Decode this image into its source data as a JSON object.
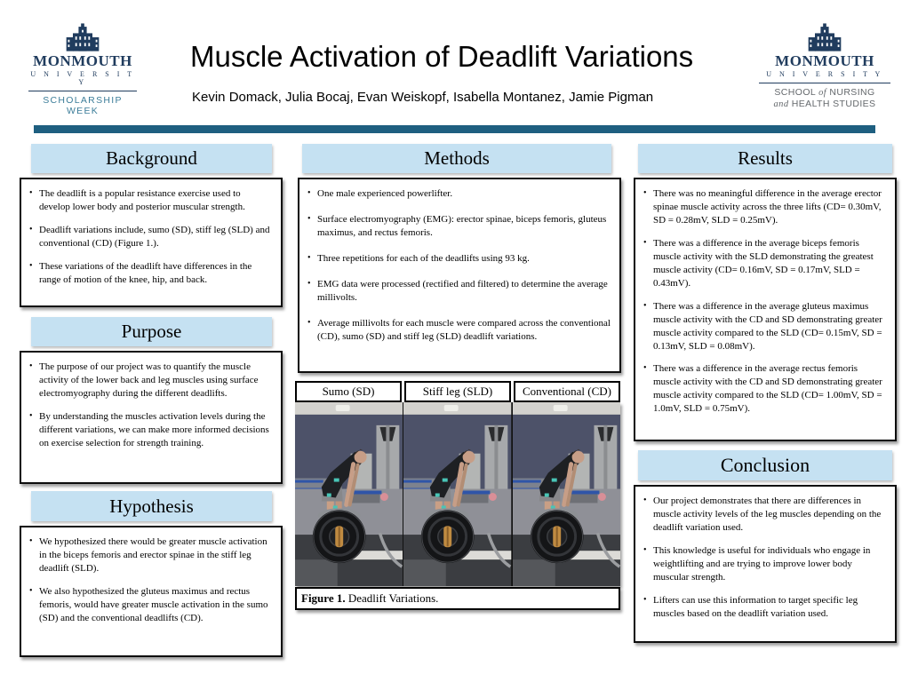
{
  "colors": {
    "header_blue": "#c5e1f2",
    "teal_bar": "#1e5f80",
    "logo_navy": "#203c5e",
    "logo_teal": "#3c7d99",
    "logo_gray": "#64686c"
  },
  "header": {
    "title": "Muscle Activation of Deadlift Variations",
    "authors": "Kevin Domack, Julia Bocaj, Evan Weiskopf, Isabella Montanez, Jamie Pigman",
    "logo_left": {
      "name": "MONMOUTH",
      "sub": "U N I V E R S I T Y",
      "tagline": "SCHOLARSHIP WEEK"
    },
    "logo_right": {
      "name": "MONMOUTH",
      "sub": "U N I V E R S I T Y",
      "line1_a": "SCHOOL ",
      "line1_it": "of",
      "line1_b": " NURSING",
      "line2_it": "and",
      "line2_b": " HEALTH STUDIES"
    }
  },
  "sections": {
    "background": {
      "title": "Background",
      "bullets": [
        "The deadlift is a popular resistance exercise used to develop lower body and posterior muscular strength.",
        "Deadlift variations include, sumo (SD), stiff leg (SLD) and conventional (CD) (Figure 1.).",
        "These variations of the deadlift have differences in the range of motion of the knee, hip, and back."
      ]
    },
    "purpose": {
      "title": "Purpose",
      "bullets": [
        "The purpose of our project was to quantify the muscle activity of the lower back and leg muscles using surface electromyography during the different deadlifts.",
        "By understanding the muscles activation levels during the different variations, we can make more informed decisions on exercise selection for strength training."
      ]
    },
    "hypothesis": {
      "title": "Hypothesis",
      "bullets": [
        "We hypothesized there would be greater muscle activation in the biceps femoris and erector spinae in the stiff leg deadlift (SLD).",
        "We also hypothesized the gluteus maximus and rectus femoris, would have greater muscle activation in the sumo (SD) and the conventional deadlifts (CD)."
      ]
    },
    "methods": {
      "title": "Methods",
      "bullets": [
        "One male experienced powerlifter.",
        "Surface electromyography (EMG): erector spinae, biceps femoris, gluteus maximus, and rectus femoris.",
        "Three repetitions for each of the deadlifts using 93 kg.",
        "EMG data were processed (rectified and filtered) to determine the average millivolts.",
        "Average millivolts for each muscle were compared across the conventional (CD), sumo (SD) and stiff leg (SLD) deadlift variations."
      ]
    },
    "results": {
      "title": "Results",
      "bullets": [
        "There was no meaningful difference in the average erector spinae muscle activity across the three lifts (CD= 0.30mV, SD = 0.28mV, SLD = 0.25mV).",
        "There was a difference in the average biceps femoris muscle activity with the SLD demonstrating the greatest muscle activity (CD= 0.16mV, SD = 0.17mV, SLD = 0.43mV).",
        "There was a difference in the average gluteus maximus muscle activity with the CD and SD demonstrating greater muscle activity compared to the SLD (CD= 0.15mV, SD = 0.13mV, SLD = 0.08mV).",
        "There was a difference in the average rectus femoris muscle activity with the CD and SD demonstrating greater muscle activity compared to the SLD (CD= 1.00mV, SD = 1.0mV, SLD = 0.75mV)."
      ]
    },
    "conclusion": {
      "title": "Conclusion",
      "bullets": [
        "Our project demonstrates that there are differences in muscle activity levels of the leg muscles depending on the deadlift variation used.",
        "This knowledge is useful for individuals who engage in weightlifting and are trying to improve lower body muscular strength.",
        "Lifters can use this information to target specific leg muscles based on the deadlift variation used."
      ]
    }
  },
  "figure": {
    "labels": [
      "Sumo (SD)",
      "Stiff leg (SLD)",
      "Conventional (CD)"
    ],
    "caption_label": "Figure 1.",
    "caption_text": " Deadlift Variations."
  }
}
